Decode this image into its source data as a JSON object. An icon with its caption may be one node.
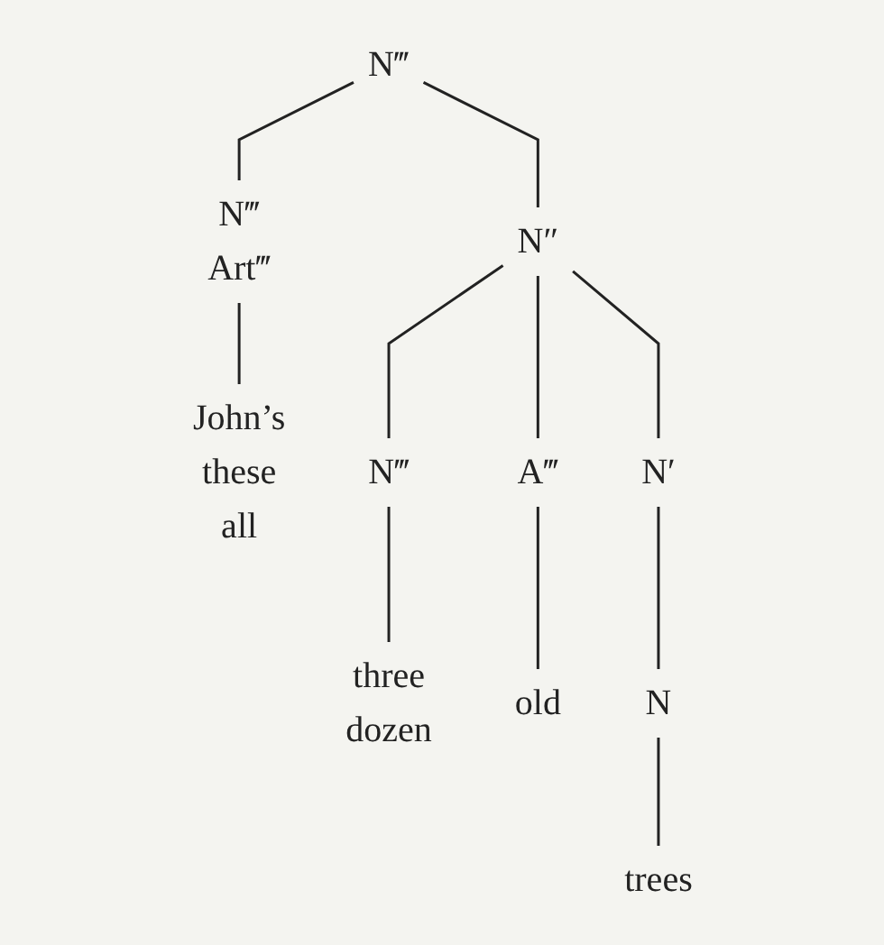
{
  "diagram": {
    "nodes": [
      {
        "text": [
          "N‴"
        ]
      },
      {
        "text": [
          "N‴",
          "Art‴"
        ]
      },
      {
        "text": [
          "N″"
        ]
      },
      {
        "text": [
          "John’s",
          "these",
          "all"
        ]
      },
      {
        "text": [
          "N‴"
        ]
      },
      {
        "text": [
          "A‴"
        ]
      },
      {
        "text": [
          "N′"
        ]
      },
      {
        "text": [
          "three",
          "dozen"
        ]
      },
      {
        "text": [
          "old"
        ]
      },
      {
        "text": [
          "N"
        ]
      },
      {
        "text": [
          "trees"
        ]
      }
    ],
    "edges": [
      {
        "from": 0,
        "to": 1,
        "arrow": "none"
      },
      {
        "from": 0,
        "to": 2,
        "arrow": "none"
      },
      {
        "from": 1,
        "to": 3,
        "arrow": "none"
      },
      {
        "from": 2,
        "to": 4,
        "arrow": "none"
      },
      {
        "from": 2,
        "to": 5,
        "arrow": "none"
      },
      {
        "from": 2,
        "to": 6,
        "arrow": "none"
      },
      {
        "from": 4,
        "to": 7,
        "arrow": "none"
      },
      {
        "from": 5,
        "to": 8,
        "arrow": "none"
      },
      {
        "from": 6,
        "to": 9,
        "arrow": "none"
      },
      {
        "from": 9,
        "to": 10,
        "arrow": "none"
      }
    ]
  }
}
